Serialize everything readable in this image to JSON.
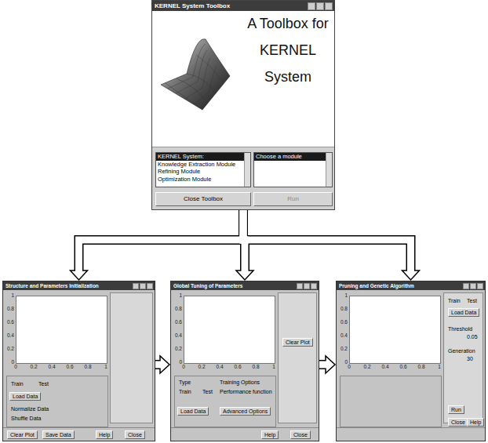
{
  "diagram": {
    "nodes": [
      {
        "text": [
          "KERNEL System Toolbox",
          "A Toolbox for KERNEL System"
        ]
      },
      {
        "text": [
          "KERNEL System:",
          "Knowledge Extraction Module",
          "Refining Module",
          "Optimization Module"
        ],
        "in": 0
      },
      {
        "text": [
          "Choose a module"
        ],
        "in": 0
      },
      {
        "text": [
          "Close Toolbox"
        ],
        "in": 0
      },
      {
        "text": [
          "Run"
        ],
        "in": 0
      },
      {
        "text": [
          "Structure and Parameters Initialization"
        ]
      },
      {
        "text": [
          "Load Data"
        ],
        "in": 5
      },
      {
        "text": [
          "Clear Plot"
        ],
        "in": 5
      },
      {
        "text": [
          "Save Data"
        ],
        "in": 5
      },
      {
        "text": [
          "Help"
        ],
        "in": 5
      },
      {
        "text": [
          "Close"
        ],
        "in": 5
      },
      {
        "text": [
          "Global Tuning of Parameters"
        ]
      },
      {
        "text": [
          "Load Data"
        ],
        "in": 11
      },
      {
        "text": [
          "Clear Plot"
        ],
        "in": 11
      },
      {
        "text": [
          "Advanced Options"
        ],
        "in": 11
      },
      {
        "text": [
          "Help"
        ],
        "in": 11
      },
      {
        "text": [
          "Close"
        ],
        "in": 11
      },
      {
        "text": [
          "Pruning and Genetic Algorithm"
        ]
      },
      {
        "text": [
          "Load Data"
        ],
        "in": 17
      },
      {
        "text": [
          "Run"
        ],
        "in": 17
      },
      {
        "text": [
          "Close"
        ],
        "in": 17
      },
      {
        "text": [
          "Help"
        ],
        "in": 17
      }
    ],
    "edges": [
      {
        "from": 0,
        "to": 5,
        "arrow": "to"
      },
      {
        "from": 0,
        "to": 11,
        "arrow": "to"
      },
      {
        "from": 0,
        "to": 17,
        "arrow": "to"
      },
      {
        "from": 5,
        "to": 11,
        "arrow": "to"
      },
      {
        "from": 11,
        "to": 17,
        "arrow": "to"
      }
    ],
    "labels": [
      "1",
      "0.8",
      "0.6",
      "0.4",
      "0.2",
      "0",
      "0",
      "0.2",
      "0.4",
      "0.6",
      "0.8",
      "1",
      "Train",
      "Test",
      "Normalize Data",
      "Shuffle Data",
      "1",
      "0.8",
      "0.6",
      "0.4",
      "0.2",
      "0",
      "0",
      "0.2",
      "0.4",
      "0.6",
      "0.8",
      "1",
      "Type",
      "Train",
      "Test",
      "Training Options",
      "Performance function",
      "1",
      "0.8",
      "0.6",
      "0.4",
      "0.2",
      "0",
      "0",
      "0.2",
      "0.4",
      "0.6",
      "0.8",
      "1",
      "Train",
      "Test",
      "Threshold",
      "0.05",
      "Generation",
      "30"
    ]
  }
}
